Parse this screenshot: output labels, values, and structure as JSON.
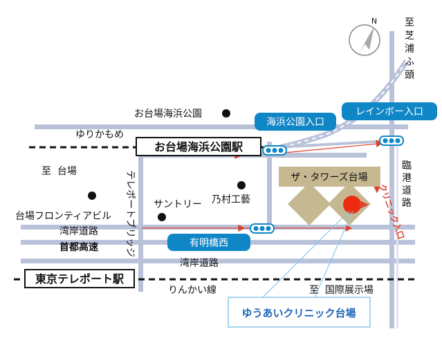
{
  "compass": {
    "north": "N"
  },
  "labels": {
    "to_shibaura_lines": [
      "至",
      "芝",
      "浦",
      "ふ",
      "頭"
    ],
    "rinko_lines": [
      "臨",
      "港",
      "道",
      "路"
    ],
    "odaiba_kaihin_park": "お台場海浜公園",
    "yurikamome": "ゆりかもめ",
    "station_odaiba": "お台場海浜公園駅",
    "station_kaihin_park_entrance": "海浜公園入口",
    "station_rainbow_entrance": "レインボー入口",
    "to_daiba": "至  台場",
    "teleport_bridge": "テレポートブリッジ",
    "the_towers_daiba": "ザ・タワーズ台場",
    "suntory": "サントリー",
    "nomura_kogei": "乃村工藝",
    "odaiba_frontier": "台場フロンティアビル",
    "wangan_road_1": "湾岸道路",
    "shuto_expressway": "首都高速",
    "station_ariake_nishi": "有明橋西",
    "wangan_road_2": "湾岸道路",
    "tokyo_teleport_station": "東京テレポート駅",
    "rinkai_line": "りんかい線",
    "to_kokusai_tenjijo": "至  国際展示場",
    "clinic_entrance": "クリニック入口",
    "clinic_name": "ゆうあいクリニック台場"
  },
  "colors": {
    "road": "#b9c2d9",
    "station_fill": "#0f86c6",
    "building": "#c6b890",
    "clinic_marker": "#ee2a10",
    "arrow": "#e0402c",
    "callout_text": "#1e66b8",
    "callout_border": "#8cc6ea"
  },
  "icons": [
    "compass-icon",
    "poi-dot-icon",
    "train-track-icon",
    "entrance-arrow-icon",
    "clinic-marker-icon"
  ]
}
